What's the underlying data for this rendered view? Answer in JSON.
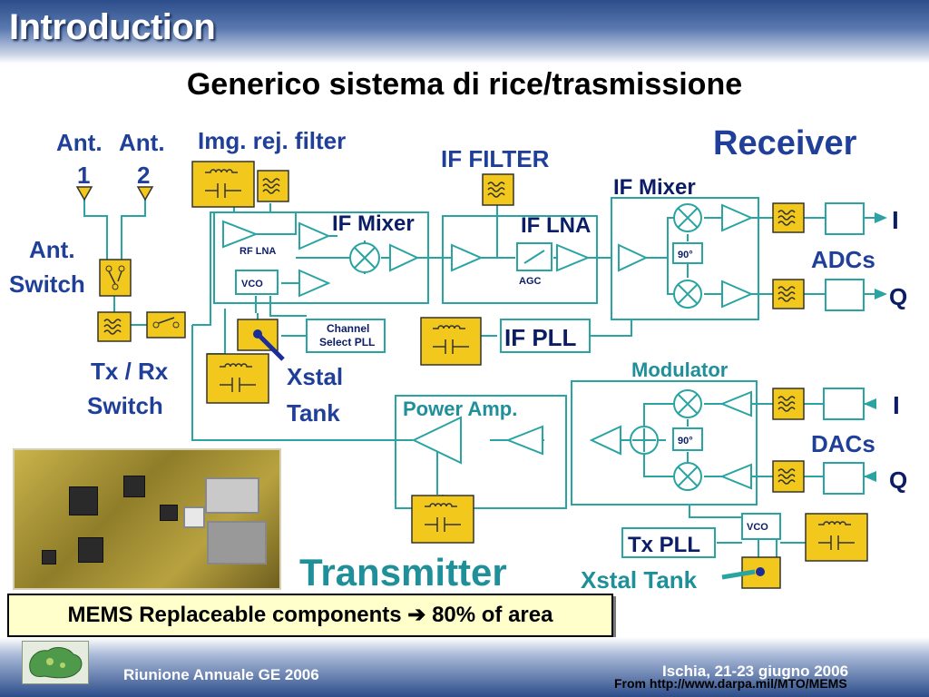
{
  "slide": {
    "title": "Introduction",
    "subtitle": "Generico sistema di rice/trasmissione"
  },
  "diagram": {
    "labels": {
      "ant1": "Ant.",
      "ant1_num": "1",
      "ant2": "Ant.",
      "ant2_num": "2",
      "ant_switch_1": "Ant.",
      "ant_switch_2": "Switch",
      "img_rej_filter": "Img. rej. filter",
      "if_filter": "IF FILTER",
      "receiver": "Receiver",
      "if_mixer_1": "IF Mixer",
      "if_mixer_2": "IF Mixer",
      "if_lna": "IF LNA",
      "rf_lna": "RF LNA",
      "agc": "AGC",
      "vco_rx": "VCO",
      "deg90_rx": "90°",
      "deg90_tx": "90°",
      "i_rx": "I",
      "q_rx": "Q",
      "adcs": "ADCs",
      "channel_select_1": "Channel",
      "channel_select_2": "Select PLL",
      "if_pll": "IF PLL",
      "xstal_1": "Xstal",
      "xstal_2": "Tank",
      "tx_rx_1": "Tx / Rx",
      "tx_rx_2": "Switch",
      "modulator": "Modulator",
      "power_amp": "Power Amp.",
      "i_tx": "I",
      "q_tx": "Q",
      "dacs": "DACs",
      "vco_tx": "VCO",
      "tx_pll": "Tx PLL",
      "xstal_tank_tx": "Xstal Tank",
      "transmitter": "Transmitter"
    },
    "colors": {
      "line": "#2aa3a3",
      "label": "#1f3f99",
      "component_fill": "#f2c81c",
      "component_border": "#333333",
      "block_fill": "#ffffff"
    }
  },
  "callout": {
    "text": "MEMS Replaceable components ➔ 80% of area"
  },
  "footer": {
    "left": "Riunione Annuale GE 2006",
    "right": "Ischia, 21-23 giugno 2006",
    "source": "From http://www.darpa.mil/MTO/MEMS"
  }
}
